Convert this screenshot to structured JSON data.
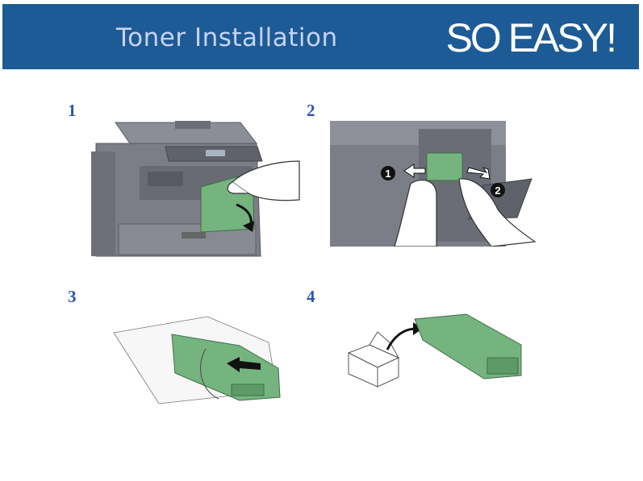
{
  "header": {
    "title": "Toner Installation",
    "tagline": "SO EASY!",
    "background_color": "#1d5b96"
  },
  "steps": [
    {
      "number": "1"
    },
    {
      "number": "2",
      "callouts": [
        "1",
        "2"
      ]
    },
    {
      "number": "3"
    },
    {
      "number": "4"
    }
  ],
  "colors": {
    "toner_green": "#75b37f",
    "printer_gray": "#7b7e87",
    "step_number": "#2a56b8"
  }
}
